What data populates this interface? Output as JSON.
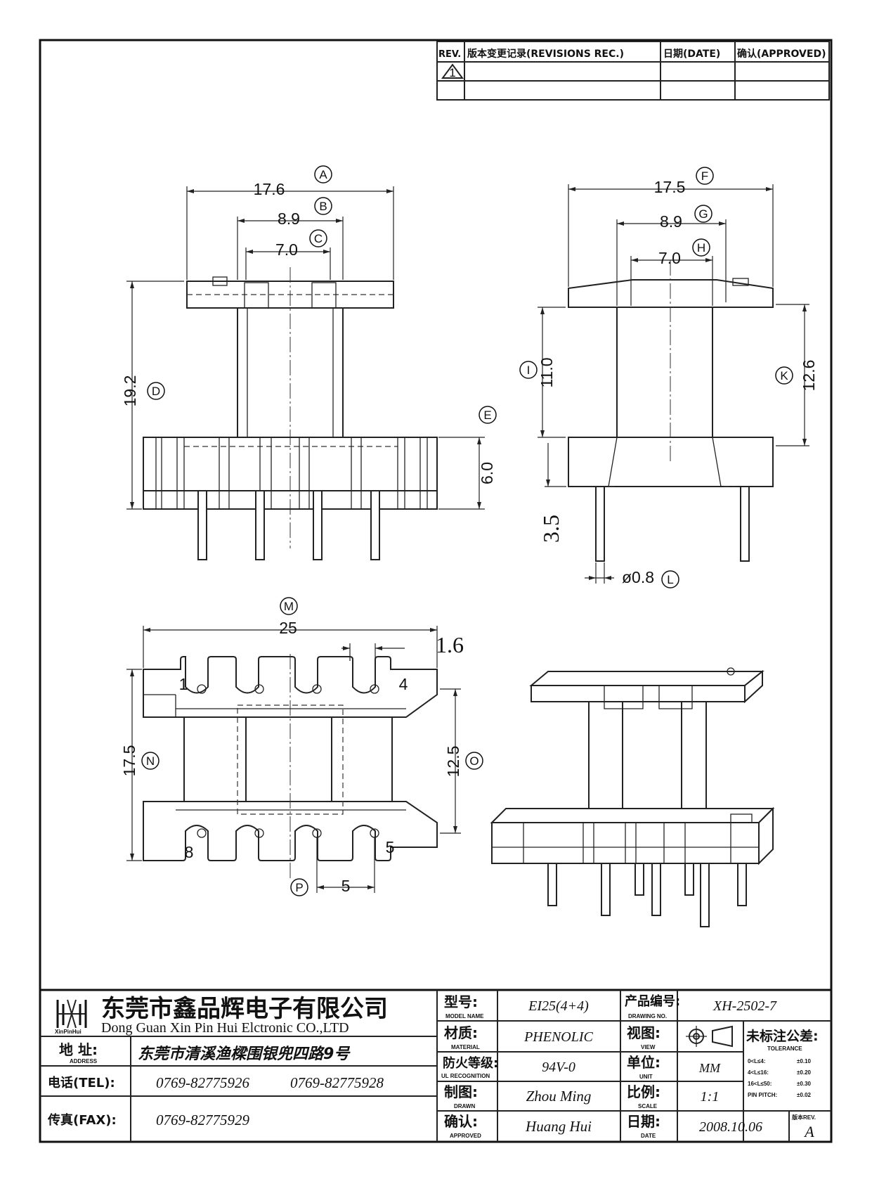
{
  "revision_table": {
    "rev": "REV.",
    "records": "版本变更记录(REVISIONS REC.)",
    "date": "日期(DATE)",
    "approved": "确认(APPROVED)",
    "mark": "1"
  },
  "dimensions": {
    "A": "17.6",
    "B": "8.9",
    "C": "7.0",
    "D": "19.2",
    "E": "6.0",
    "F": "17.5",
    "G": "8.9",
    "H": "7.0",
    "I": "11.0",
    "K": "12.6",
    "offset": "3.5",
    "L": "ø0.8",
    "M": "25",
    "slot": "1.6",
    "N": "17.5",
    "O": "12.5",
    "P": "5"
  },
  "dimension_letters": {
    "A": "A",
    "B": "B",
    "C": "C",
    "D": "D",
    "E": "E",
    "F": "F",
    "G": "G",
    "H": "H",
    "I": "I",
    "K": "K",
    "L": "L",
    "M": "M",
    "N": "N",
    "O": "O",
    "P": "P"
  },
  "pins": {
    "p1": "1",
    "p4": "4",
    "p5": "5",
    "p8": "8"
  },
  "title_block": {
    "company_cn": "东莞市鑫品辉电子有限公司",
    "company_en": "Dong Guan Xin Pin Hui Elctronic CO.,LTD",
    "logo_text": "XinPinHui",
    "address_label": "地 址:",
    "address_sub": "ADDRESS",
    "address": "东莞市清溪渔樑围银兜四路9号",
    "tel_label": "电话(TEL):",
    "tel1": "0769-82775926",
    "tel2": "0769-82775928",
    "fax_label": "传真(FAX):",
    "fax": "0769-82775929",
    "model_label": "型号:",
    "model_sub": "MODEL NAME",
    "model": "EI25(4+4)",
    "material_label": "材质:",
    "material_sub": "MATERIAL",
    "material": "PHENOLIC",
    "flame_label": "防火等级:",
    "flame_sub": "UL RECOGNITION",
    "flame": "94V-0",
    "drawn_label": "制图:",
    "drawn_sub": "DRAWN",
    "drawn": "Zhou Ming",
    "approved_label": "确认:",
    "approved_sub": "APPROVED",
    "approved": "Huang Hui",
    "drawing_no_label": "产品编号:",
    "drawing_no_sub": "DRAWING NO.",
    "drawing_no": "XH-2502-7",
    "view_label": "视图:",
    "view_sub": "VIEW",
    "unit_label": "单位:",
    "unit_sub": "UNIT",
    "unit": "MM",
    "scale_label": "比例:",
    "scale_sub": "SCALE",
    "scale": "1:1",
    "date_label": "日期:",
    "date_sub": "DATE",
    "date": "2008.10.06",
    "tolerance_label": "未标注公差:",
    "tolerance_sub": "TOLERANCE",
    "tolerances": [
      {
        "range": "0<L≤4:",
        "value": "±0.10"
      },
      {
        "range": "4<L≤16:",
        "value": "±0.20"
      },
      {
        "range": "16<L≤50:",
        "value": "±0.30"
      },
      {
        "range": "PIN PITCH:",
        "value": "±0.02"
      }
    ],
    "rev_label": "版本REV.",
    "rev": "A"
  }
}
